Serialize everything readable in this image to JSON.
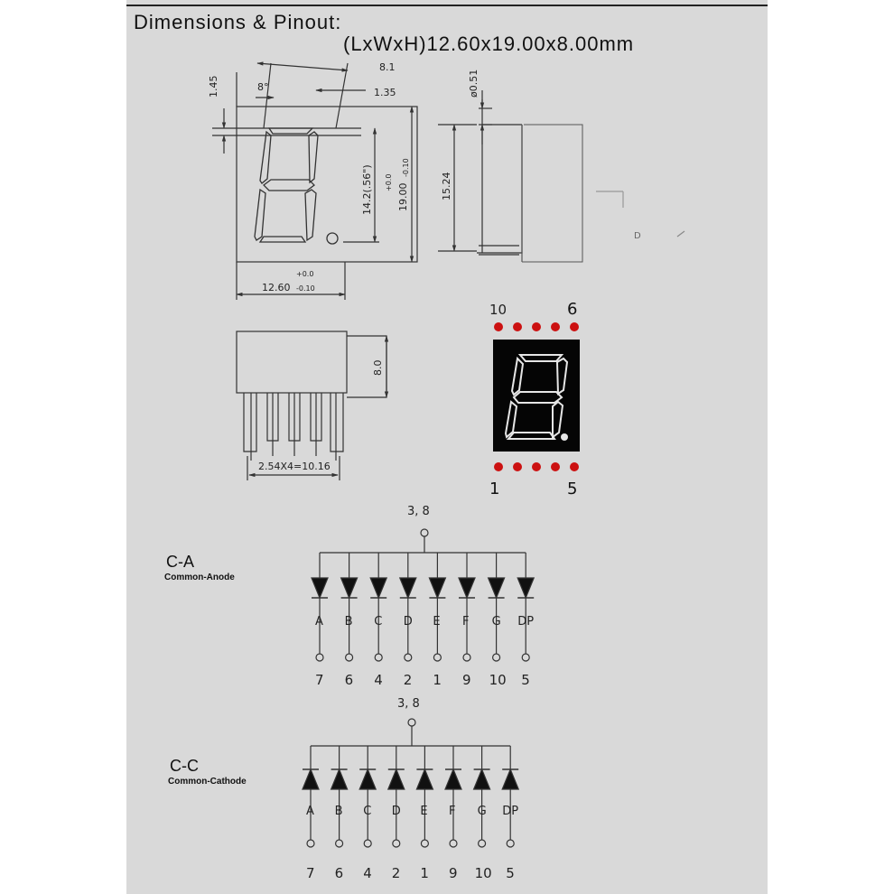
{
  "header": {
    "title": "Dimensions & Pinout:",
    "subtitle": "(LxWxH)12.60x19.00x8.00mm"
  },
  "dimensions": {
    "segment_pitch_top": "8.1",
    "angle": "8°",
    "left_offset": "1.45",
    "segment_offset": "1.35",
    "pin_diameter": "ø0.51",
    "digit_height": "14.2(.56\")",
    "height_tol_plus": "+0.0",
    "height_value": "19.00",
    "height_tol_minus": "-0.10",
    "row_spacing": "15.24",
    "width_value": "12.60",
    "width_tol_plus": "+0.0",
    "width_tol_minus": "-0.10",
    "depth": "8.0",
    "pin_span": "2.54X4=10.16",
    "side_mark": "D"
  },
  "pinout": {
    "top_left": "10",
    "top_right": "6",
    "bottom_left": "1",
    "bottom_right": "5",
    "led_color": "#cc1111"
  },
  "common_anode": {
    "code": "C-A",
    "name": "Common-Anode",
    "common_pin": "3, 8",
    "segments": [
      "A",
      "B",
      "C",
      "D",
      "E",
      "F",
      "G",
      "DP"
    ],
    "pins": [
      "7",
      "6",
      "4",
      "2",
      "1",
      "9",
      "10",
      "5"
    ]
  },
  "common_cathode": {
    "code": "C-C",
    "name": "Common-Cathode",
    "common_pin": "3, 8",
    "segments": [
      "A",
      "B",
      "C",
      "D",
      "E",
      "F",
      "G",
      "DP"
    ],
    "pins": [
      "7",
      "6",
      "4",
      "2",
      "1",
      "9",
      "10",
      "5"
    ]
  }
}
